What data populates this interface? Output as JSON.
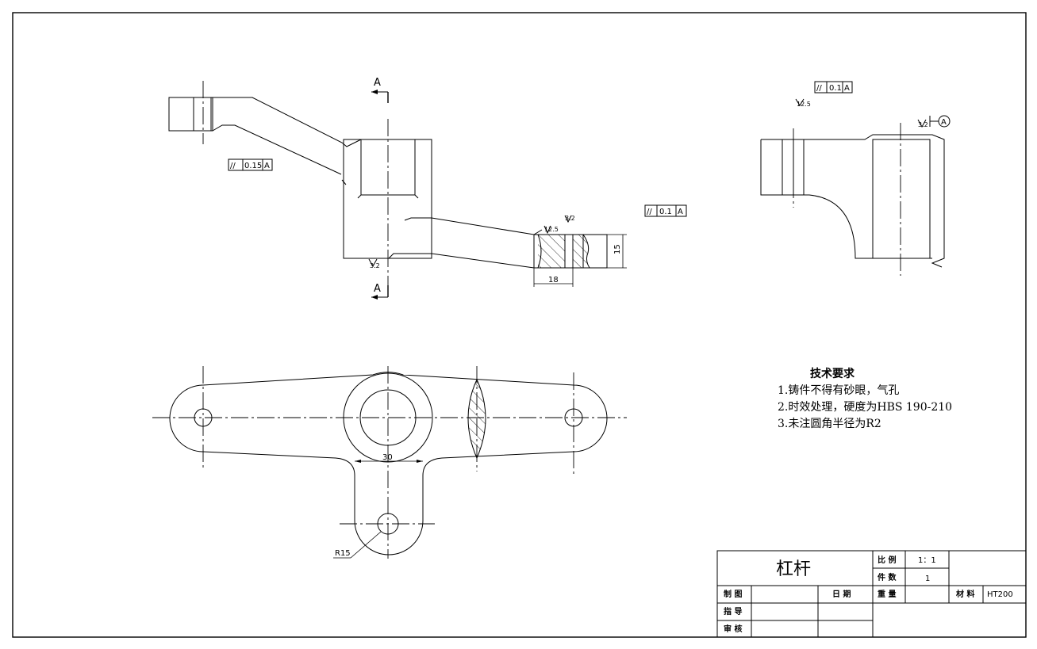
{
  "tolerances": {
    "front_left": {
      "symbol": "//",
      "value": "0.15",
      "datum": "A"
    },
    "front_right": {
      "symbol": "//",
      "value": "0.1",
      "datum": "A"
    },
    "side_top": {
      "symbol": "//",
      "value": "0.1",
      "datum": "A"
    }
  },
  "section": {
    "label_top": "A",
    "label_bottom": "A"
  },
  "roughness": {
    "r1": "3.2",
    "r2": "12.5",
    "r3": "3.2",
    "r4": "12.5",
    "r5": "3.2"
  },
  "datum_marker": "A",
  "dimensions": {
    "d15": "15",
    "d18": "18",
    "d30": "30",
    "r15": "R15"
  },
  "tech_requirements": {
    "heading": "技术要求",
    "items": [
      "1.铸件不得有砂眼，气孔",
      "2.时效处理，硬度为HBS 190-210",
      "3.未注圆角半径为R2"
    ]
  },
  "title_block": {
    "part_name": "杠杆",
    "scale_label": "比 例",
    "scale_value": "1：1",
    "qty_label": "件 数",
    "qty_value": "1",
    "drawn_label": "制 图",
    "date_label": "日 期",
    "weight_label": "重 量",
    "material_label": "材 料",
    "material_value": "HT200",
    "guide_label": "指 导",
    "review_label": "审 核"
  }
}
